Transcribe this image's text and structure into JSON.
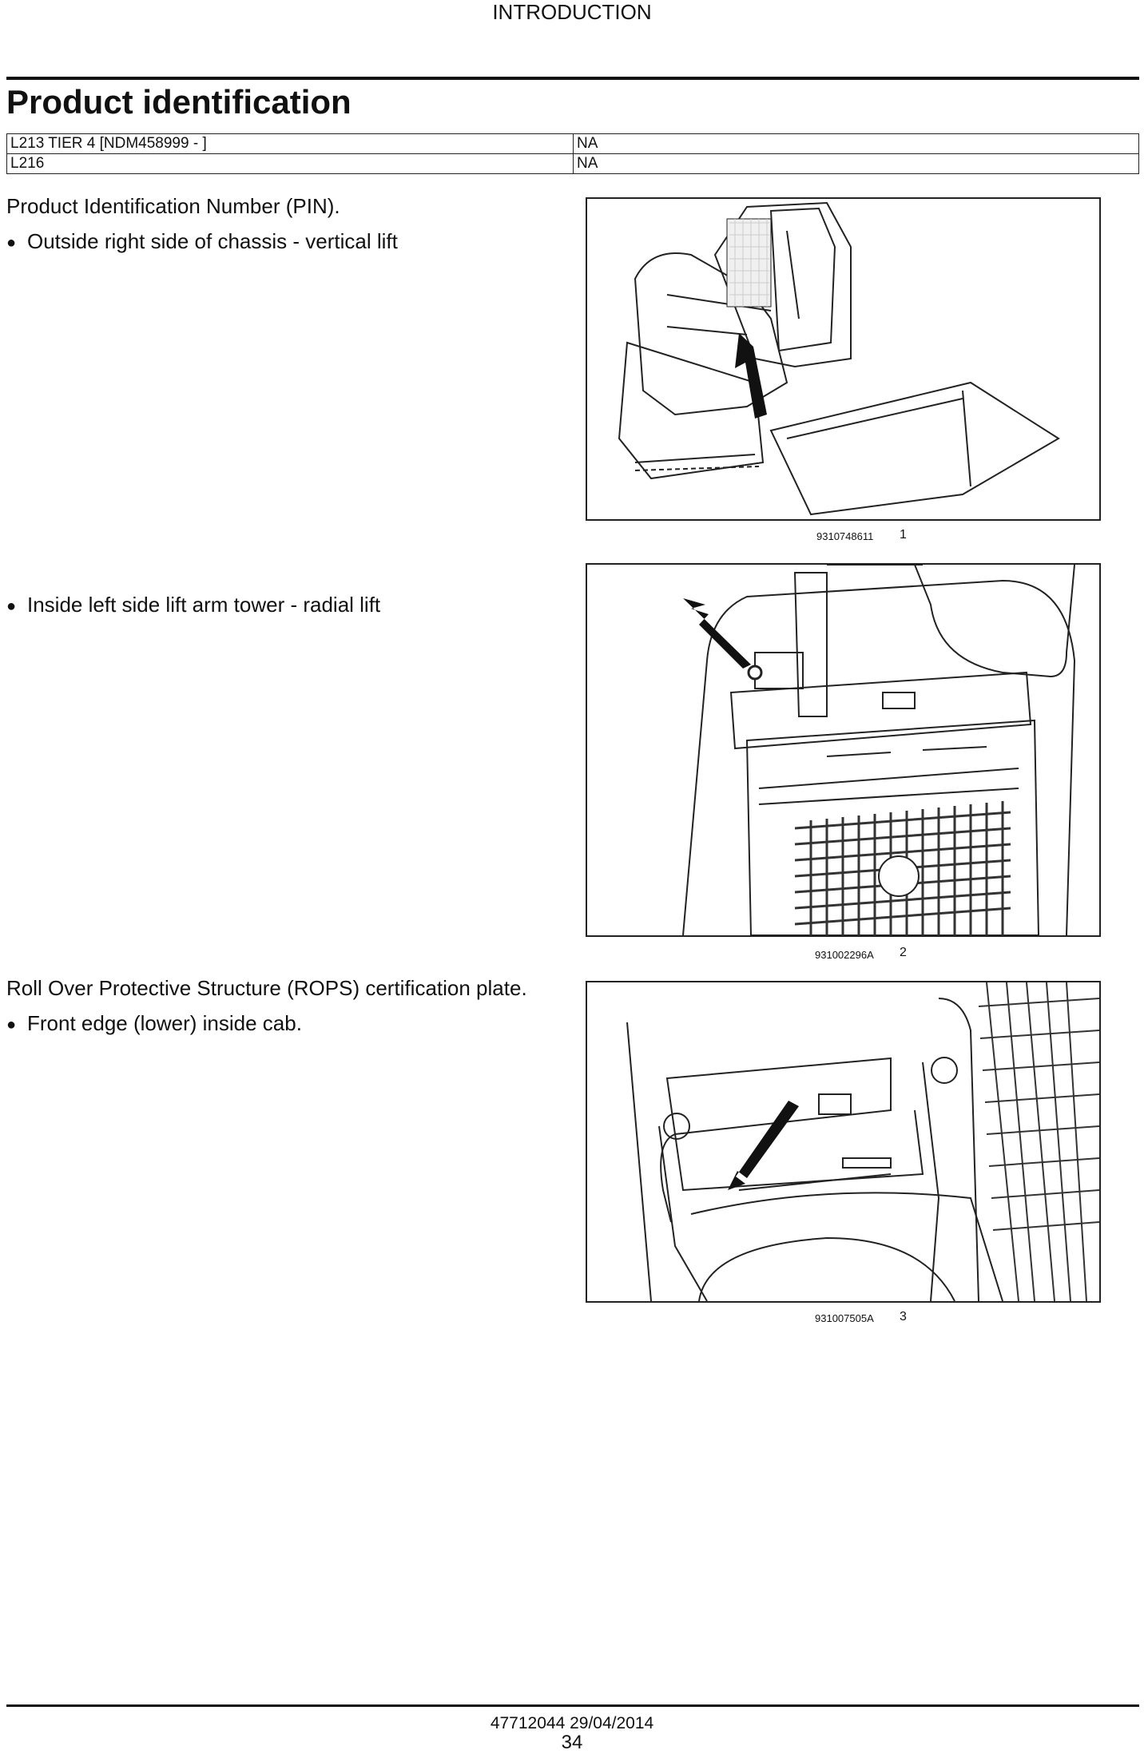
{
  "header": {
    "section": "INTRODUCTION"
  },
  "title": "Product identification",
  "models": [
    {
      "model": "L213 TIER 4 [NDM458999 - ]",
      "value": "NA"
    },
    {
      "model": "L216",
      "value": "NA"
    }
  ],
  "pin_heading": "Product Identification Number (PIN).",
  "bullets": {
    "b1": "Outside right side of chassis - vertical lift",
    "b2": "Inside left side lift arm tower - radial lift",
    "b3": "Front edge (lower) inside cab."
  },
  "rops_heading": "Roll Over Protective Structure (ROPS) certification plate.",
  "figures": [
    {
      "code": "9310748611",
      "number": "1",
      "icon": "skid-steer-loader-illustration"
    },
    {
      "code": "931002296A",
      "number": "2",
      "icon": "lift-arm-tower-illustration"
    },
    {
      "code": "931007505A",
      "number": "3",
      "icon": "cab-interior-illustration"
    }
  ],
  "footer": {
    "doc": "47712044 29/04/2014",
    "page": "34"
  }
}
